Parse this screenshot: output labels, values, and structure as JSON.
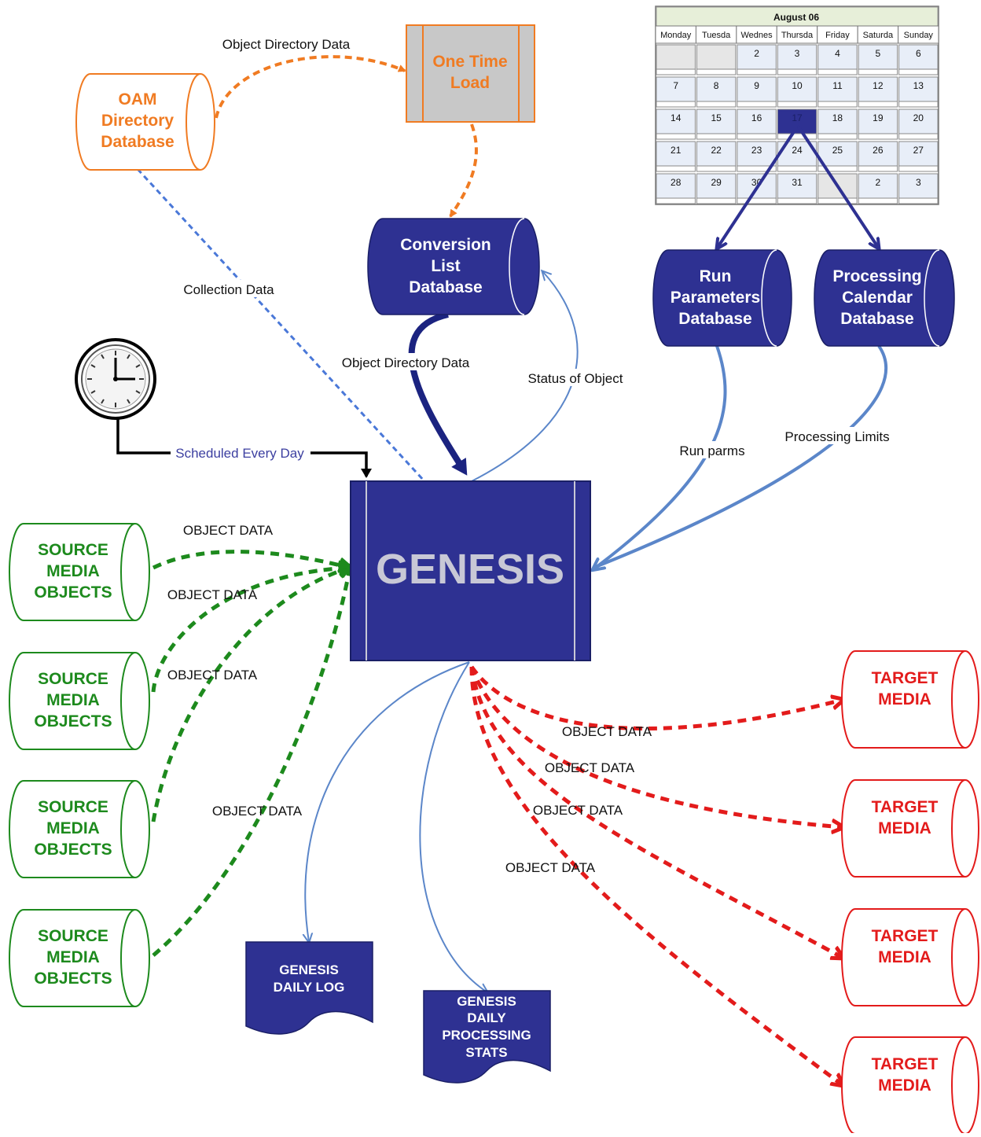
{
  "colors": {
    "navy": "#2e3192",
    "orange": "#f07b22",
    "green": "#1d8a1d",
    "red": "#e31b1b",
    "blue_line": "#5b86c9",
    "dashed_blue": "#4a78d8",
    "grey_fill": "#c8c8c8",
    "genesis_text": "#c8c8d6"
  },
  "nodes": {
    "oam": [
      "OAM",
      "Directory",
      "Database"
    ],
    "one_time_load": [
      "One Time",
      "Load"
    ],
    "conversion": [
      "Conversion",
      "List",
      "Database"
    ],
    "run_params": [
      "Run",
      "Parameters",
      "Database"
    ],
    "proc_calendar": [
      "Processing",
      "Calendar",
      "Database"
    ],
    "genesis": "GENESIS",
    "source": [
      "SOURCE",
      "MEDIA",
      "OBJECTS"
    ],
    "target": [
      "TARGET",
      "MEDIA"
    ],
    "daily_log": [
      "GENESIS",
      "DAILY LOG"
    ],
    "daily_stats": [
      "GENESIS",
      "DAILY",
      "PROCESSING",
      "STATS"
    ]
  },
  "labels": {
    "object_directory_data": "Object Directory Data",
    "collection_data": "Collection Data",
    "status_of_object": "Status of Object",
    "scheduled_every_day": "Scheduled Every Day",
    "run_parms": "Run parms",
    "processing_limits": "Processing Limits",
    "object_data": "OBJECT DATA"
  },
  "calendar": {
    "title": "August 06",
    "days": [
      "Monday",
      "Tuesda",
      "Wednes",
      "Thursda",
      "Friday",
      "Saturda",
      "Sunday"
    ],
    "weeks": [
      [
        "",
        "",
        "2",
        "3",
        "4",
        "5",
        "6"
      ],
      [
        "7",
        "8",
        "9",
        "10",
        "11",
        "12",
        "13"
      ],
      [
        "14",
        "15",
        "16",
        "17",
        "18",
        "19",
        "20"
      ],
      [
        "21",
        "22",
        "23",
        "24",
        "25",
        "26",
        "27"
      ],
      [
        "28",
        "29",
        "30",
        "31",
        "",
        "2",
        "3"
      ]
    ],
    "highlight": "17"
  },
  "icons": {
    "clock": "clock-icon"
  }
}
